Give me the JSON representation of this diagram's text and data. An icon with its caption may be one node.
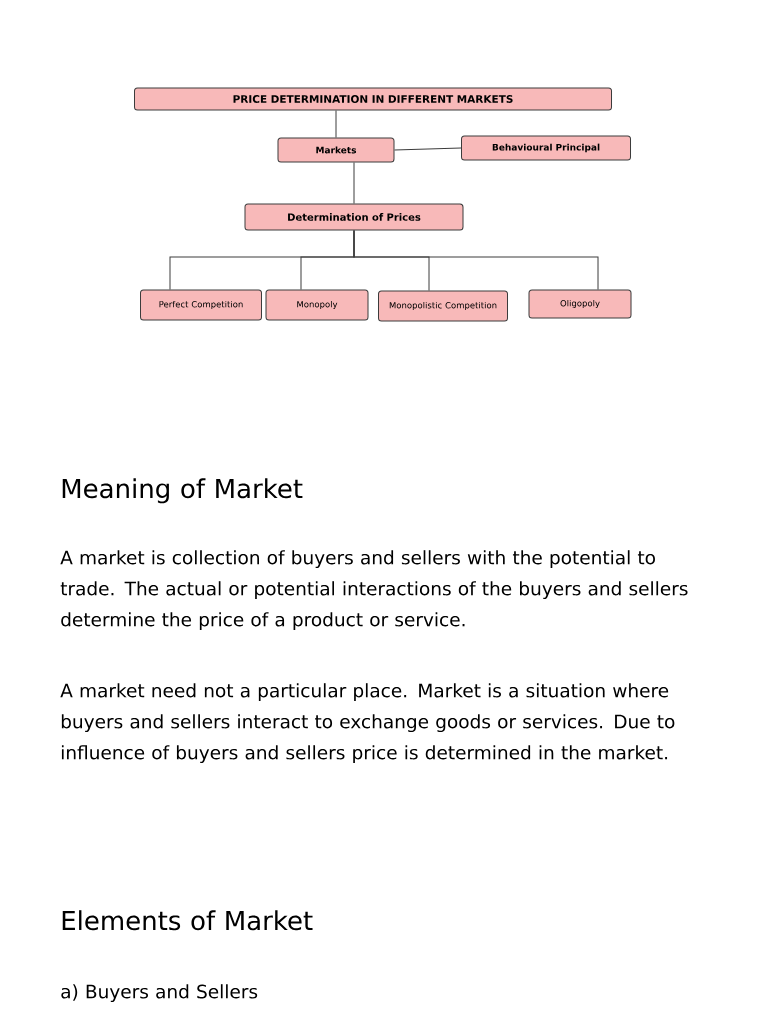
{
  "diagram": {
    "nodes": [
      {
        "text": [
          "PRICE DETERMINATION IN DIFFERENT MARKETS"
        ]
      },
      {
        "text": [
          "Markets"
        ]
      },
      {
        "text": [
          "Behavioural Principal"
        ]
      },
      {
        "text": [
          "Determination of Prices"
        ]
      },
      {
        "text": [
          "Perfect Competition"
        ]
      },
      {
        "text": [
          "Monopoly"
        ]
      },
      {
        "text": [
          "Monopolistic Competition"
        ]
      },
      {
        "text": [
          "Oligopoly"
        ]
      }
    ],
    "edges": [
      {
        "from": 0,
        "to": 1,
        "arrow": "none"
      },
      {
        "from": 1,
        "to": 2,
        "arrow": "none"
      },
      {
        "from": 1,
        "to": 3,
        "arrow": "none"
      },
      {
        "from": 3,
        "to": 4,
        "arrow": "none"
      },
      {
        "from": 3,
        "to": 5,
        "arrow": "none"
      },
      {
        "from": 3,
        "to": 6,
        "arrow": "none"
      },
      {
        "from": 3,
        "to": 7,
        "arrow": "none"
      }
    ],
    "labels": [
      "Meaning of Market",
      "A market is collection of buyers and sellers with the potential to trade. The actual or potential interactions of the buyers and sellers determine the price of a product or service.",
      "A market need not a particular place. Market is a situation where buyers and sellers interact to exchange goods or services. Due to influence of buyers and sellers price is determined in the market.",
      "Elements of Market",
      "a) Buyers and Sellers"
    ]
  }
}
